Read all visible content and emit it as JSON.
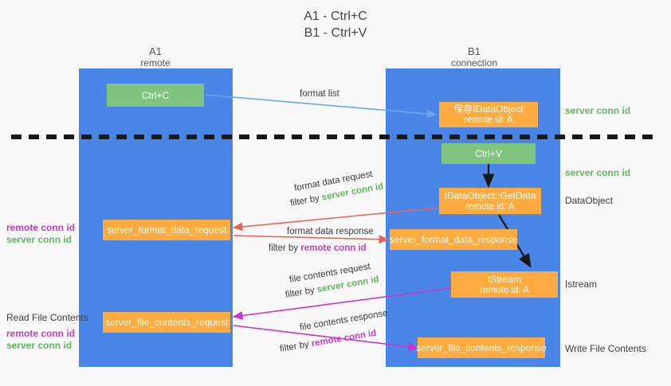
{
  "title": "A1 - Ctrl+C\nB1 - Ctrl+V",
  "colors": {
    "lane": "#4a86e8",
    "green_box": "#7fc57f",
    "orange_box": "#ffab40",
    "server_conn_green": "#5fb85f",
    "remote_conn_purple": "#c23fc2",
    "arrow_blue": "#6aa8e8",
    "arrow_red": "#e8645a",
    "arrow_magenta": "#cc33cc",
    "arrow_dark": "#1a1a1a",
    "background": "#f8f8f8"
  },
  "lanes": [
    {
      "name": "A1",
      "sub": "remote"
    },
    {
      "name": "B1",
      "sub": "connection"
    }
  ],
  "boxes": {
    "ctrl_c": {
      "line1": "Ctrl+C"
    },
    "save_idataobject": {
      "line1": "保存IDataObject",
      "line2": "remote id: A"
    },
    "ctrl_v": {
      "line1": "Ctrl+V"
    },
    "getdata": {
      "line1": "IDataObject::GetData",
      "line2": "remote id: A"
    },
    "istream": {
      "line1": "IStream",
      "line2": "remote id: A"
    },
    "server_format_data_request": {
      "line1": "server_format_data_request"
    },
    "server_format_data_response": {
      "line1": "server_format_data_response"
    },
    "server_file_contents_request": {
      "line1": "server_file_contents_request"
    },
    "server_file_contents_response": {
      "line1": "server_file_contents_response"
    }
  },
  "arrow_labels": {
    "format_list": "format list",
    "format_data_request": "format data request",
    "format_data_request_filter_prefix": "filter by ",
    "format_data_request_filter_key": "server conn id",
    "format_data_response": "format data response",
    "format_data_response_filter_prefix": "filter by ",
    "format_data_response_filter_key": "remote conn id",
    "file_contents_request": "file contents request",
    "file_contents_request_filter_prefix": "filter by ",
    "file_contents_request_filter_key": "server conn id",
    "file_contents_response": "file contents response",
    "file_contents_response_filter_prefix": "filter by ",
    "file_contents_response_filter_key": "remote conn id"
  },
  "right_labels": {
    "server_conn_id_top": "server conn id",
    "server_conn_id_mid": "server conn id",
    "data_object": "DataObject",
    "istream": "Istream",
    "write_file_contents": "Write File Contents"
  },
  "left_labels": {
    "remote_conn_id_1": "remote conn id",
    "server_conn_id_1": "server conn id",
    "read_file_contents": "Read File Contents",
    "remote_conn_id_2": "remote conn id",
    "server_conn_id_2": "server conn id"
  }
}
